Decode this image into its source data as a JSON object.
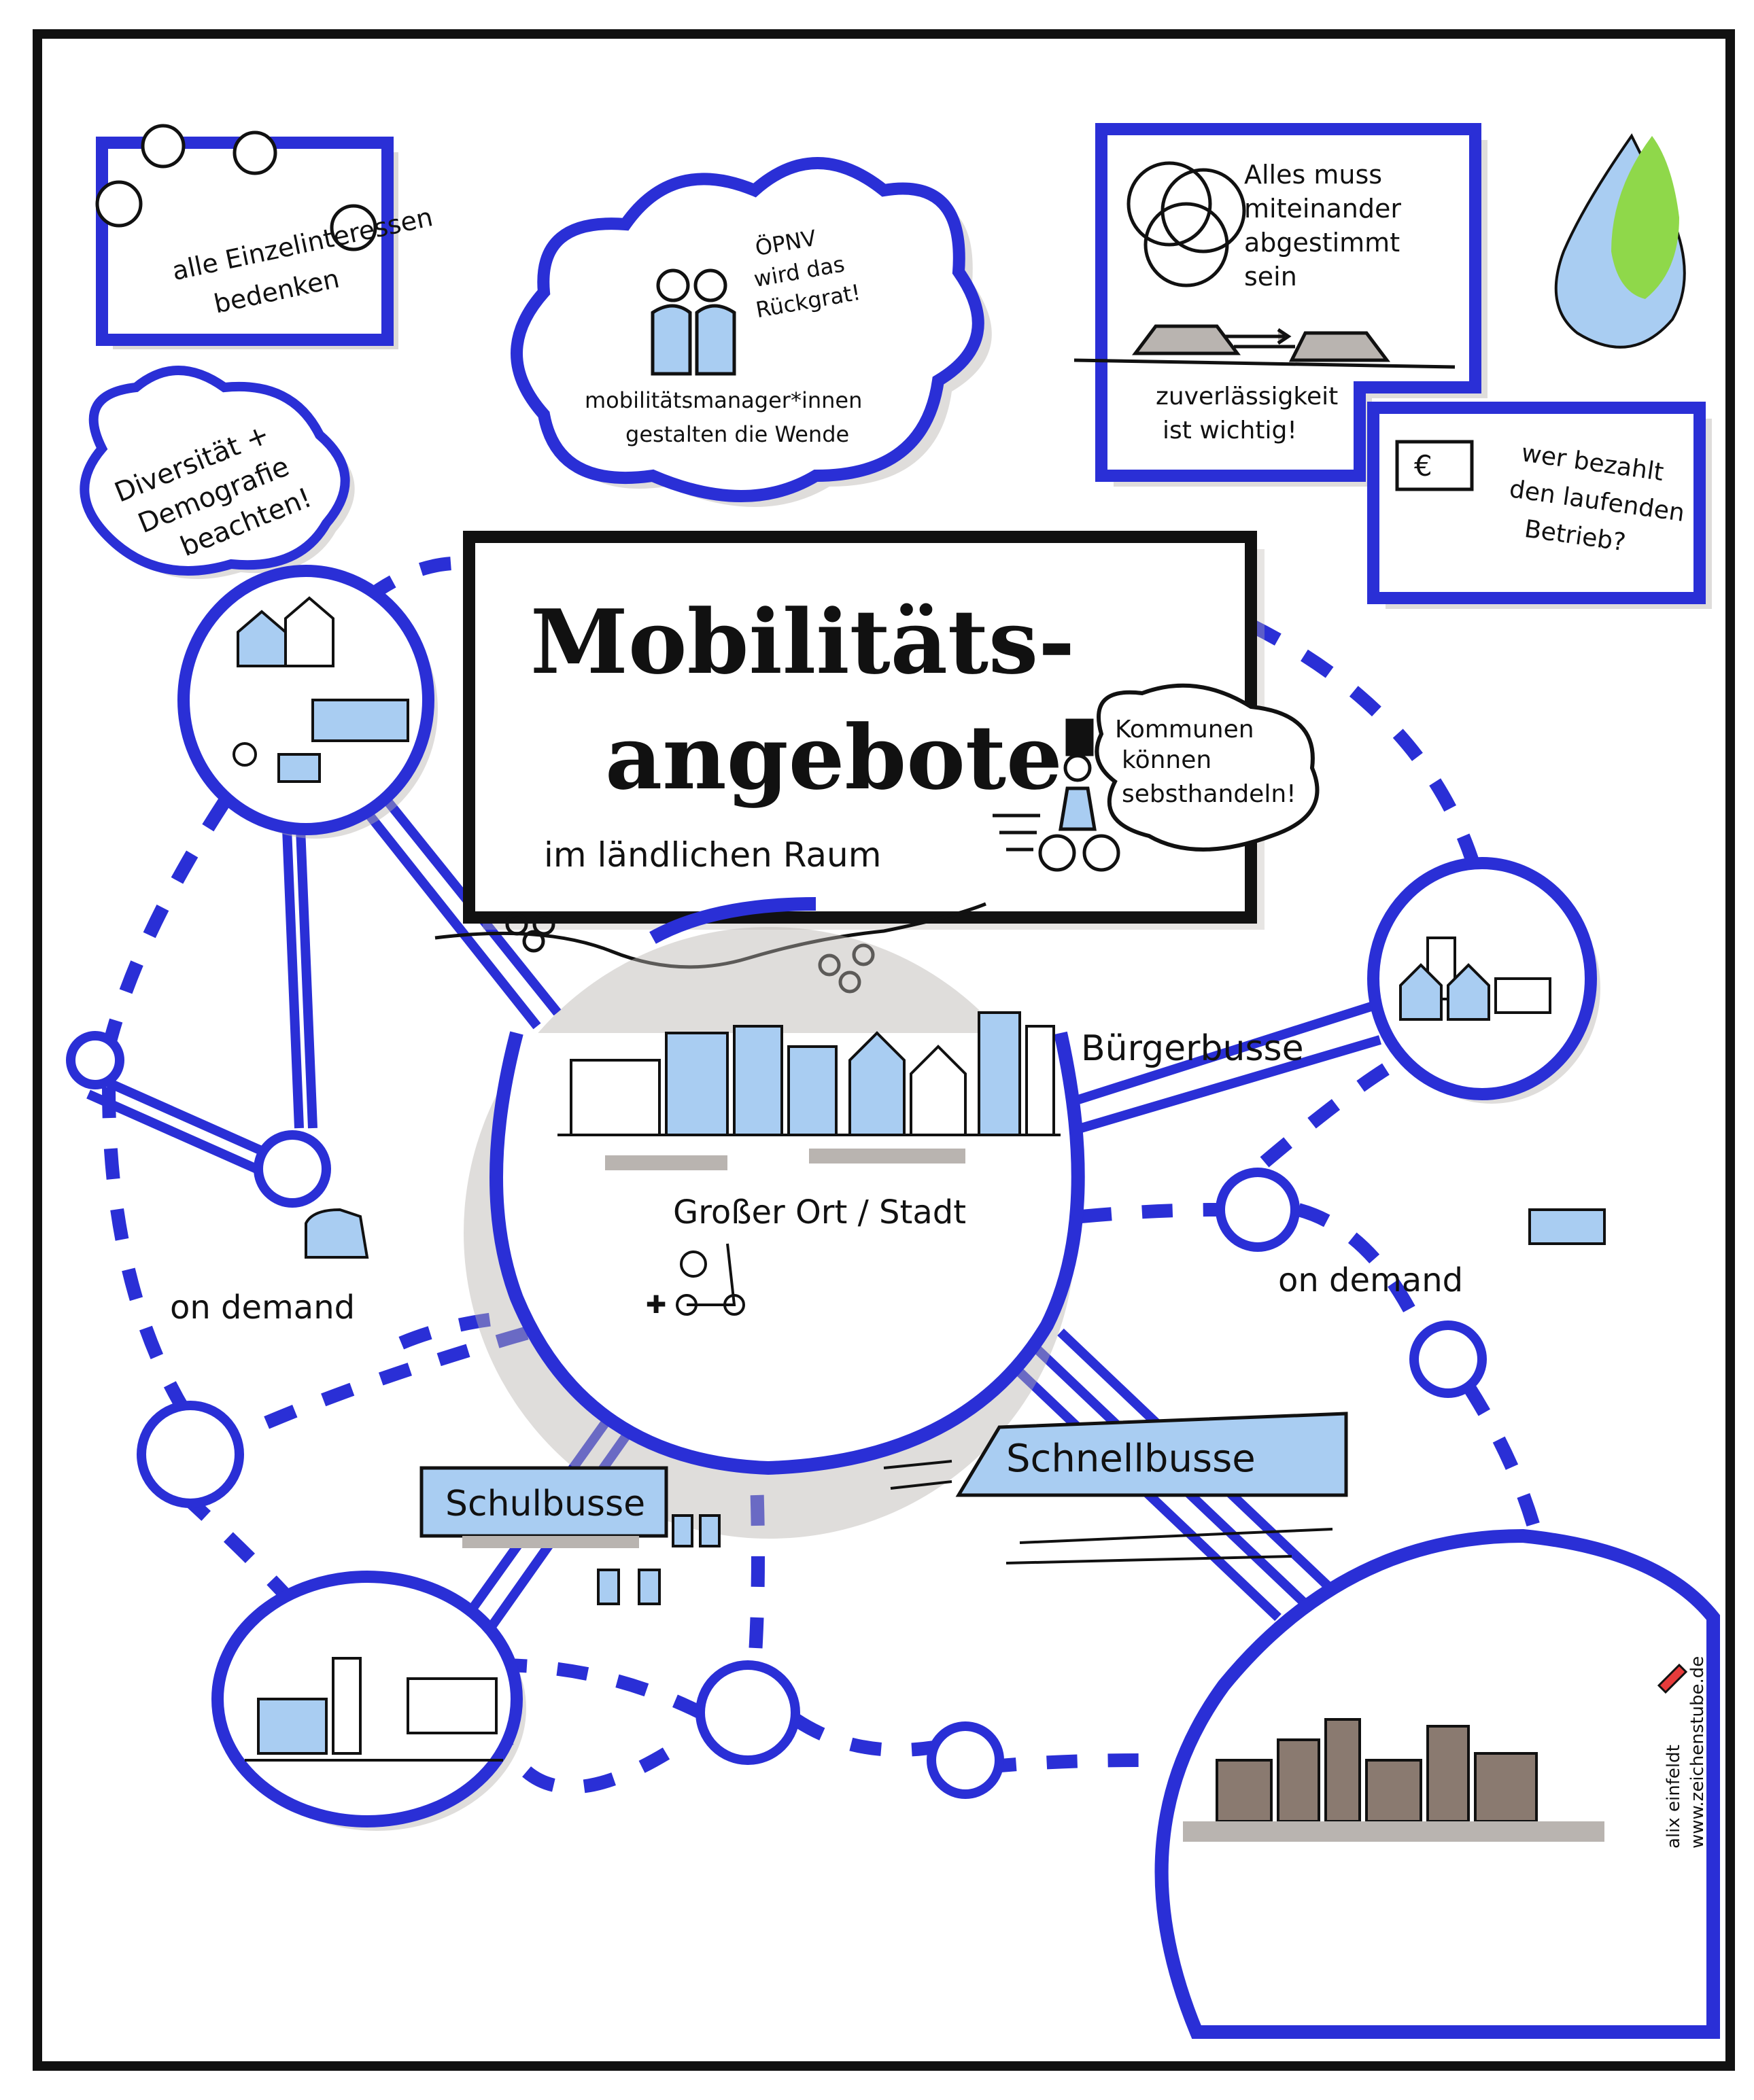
{
  "title": {
    "line1": "Mobilitäts-",
    "line2": "angebote",
    "subtitle": "im ländlichen Raum"
  },
  "notes": {
    "einzelinteressen": [
      "alle Einzelinteressen",
      "bedenken"
    ],
    "diversitaet": [
      "Diversität +",
      "Demografie",
      "beachten!"
    ],
    "oepnv": [
      "ÖPNV",
      "wird das",
      "Rückgrat!"
    ],
    "manager": [
      "mobilitätsmanager*innen",
      "gestalten die Wende"
    ],
    "abgestimmt": [
      "Alles muss",
      "miteinander",
      "abgestimmt",
      "sein"
    ],
    "zuverlaessig": [
      "zuverlässigkeit",
      "ist wichtig!"
    ],
    "euro_symbol": "€",
    "bezahlt": [
      "wer bezahlt",
      "den laufenden",
      "Betrieb?"
    ],
    "kommunen": [
      "Kommunen",
      "können",
      "sebsthandeln!"
    ]
  },
  "labels": {
    "center": "Großer Ort / Stadt",
    "buergerbusse": "Bürgerbusse",
    "on_demand_left": "on demand",
    "on_demand_right": "on demand",
    "schulbusse": "Schulbusse",
    "schnellbusse": "Schnellbusse"
  },
  "credit": {
    "author": "alix einfeldt",
    "url": "www.zeichenstube.de"
  },
  "colors": {
    "blue": "#2a2fd6",
    "light_blue": "#a9cdf2",
    "grey": "#b9b4b0",
    "green": "#8fd84a",
    "black": "#111111",
    "brown": "#8a7a70"
  }
}
